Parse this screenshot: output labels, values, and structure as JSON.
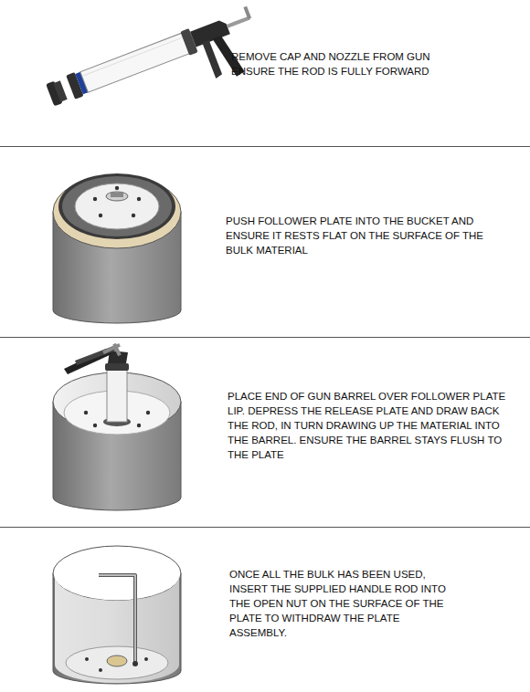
{
  "diagram": {
    "labels": [
      "REMOVE CAP AND NOZZLE FROM GUN ENSURE THE ROD IS FULLY FORWARD",
      "PUSH FOLLOWER PLATE INTO THE BUCKET AND ENSURE IT RESTS FLAT ON THE SURFACE OF THE BULK MATERIAL",
      "PLACE END OF GUN BARREL OVER FOLLOWER PLATE LIP. DEPRESS THE RELEASE PLATE AND DRAW BACK THE ROD, IN TURN DRAWING UP THE MATERIAL INTO THE BARREL. ENSURE THE BARREL STAYS FLUSH TO THE PLATE",
      "ONCE ALL THE BULK HAS BEEN USED, INSERT THE SUPPLIED HANDLE ROD INTO THE OPEN NUT ON THE SURFACE OF THE PLATE TO WITHDRAW THE PLATE ASSEMBLY."
    ]
  }
}
